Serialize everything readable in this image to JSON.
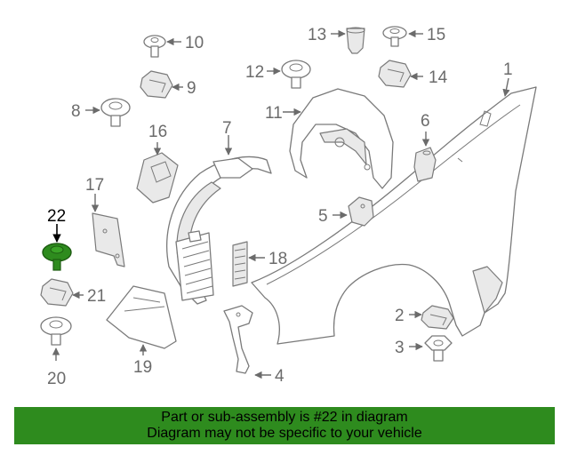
{
  "diagram": {
    "callouts": {
      "c1": "1",
      "c2": "2",
      "c3": "3",
      "c4": "4",
      "c5": "5",
      "c6": "6",
      "c7": "7",
      "c8": "8",
      "c9": "9",
      "c10": "10",
      "c11": "11",
      "c12": "12",
      "c13": "13",
      "c14": "14",
      "c15": "15",
      "c16": "16",
      "c17": "17",
      "c18": "18",
      "c19": "19",
      "c20": "20",
      "c21": "21",
      "c22": "22"
    },
    "highlighted_part": "22",
    "highlight_color": "#2e8b1e"
  },
  "banner": {
    "line1": "Part or sub-assembly is #22 in diagram",
    "line2": "Diagram may not be specific to your vehicle",
    "background": "#2e8b1e"
  }
}
